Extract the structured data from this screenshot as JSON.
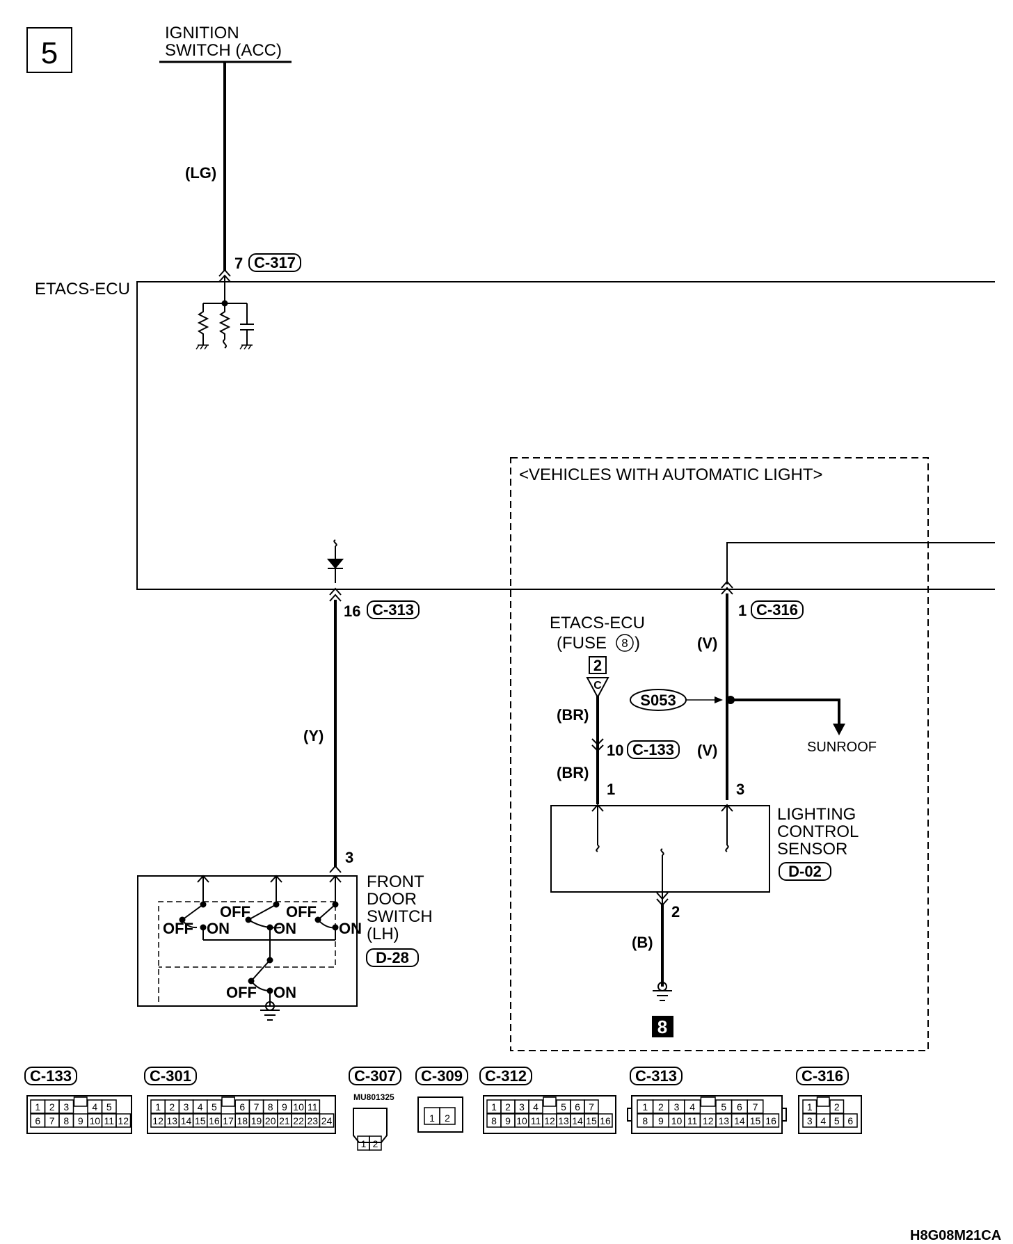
{
  "page_number": "5",
  "ignition_switch": {
    "line1": "IGNITION",
    "line2": "SWITCH (ACC)"
  },
  "etacs_ecu": "ETACS-ECU",
  "wires": {
    "lg": "(LG)",
    "y": "(Y)",
    "v": "(V)",
    "br": "(BR)",
    "b": "(B)"
  },
  "pins": {
    "c317_pin": "7",
    "c313_pin": "16",
    "c316_pin": "1",
    "c133_pin": "10",
    "door_pin": "3",
    "sensor_pin1": "1",
    "sensor_pin3": "3",
    "sensor_pin2": "2"
  },
  "connector_refs": {
    "c317": "C-317",
    "c313": "C-313",
    "c316": "C-316",
    "c133": "C-133",
    "d02": "D-02",
    "d28": "D-28"
  },
  "auto_light_box": "<VEHICLES WITH AUTOMATIC LIGHT>",
  "fuse_source": {
    "line1": "ETACS-ECU",
    "line2": "(FUSE",
    "fuse_no": "8",
    "close": ")",
    "box_no": "2",
    "c_mark": "C"
  },
  "splice": "S053",
  "sunroof": "SUNROOF",
  "lighting_sensor": {
    "line1": "LIGHTING",
    "line2": "CONTROL",
    "line3": "SENSOR"
  },
  "front_door_switch": {
    "line1": "FRONT",
    "line2": "DOOR",
    "line3": "SWITCH",
    "line4": "(LH)"
  },
  "switch_states": {
    "off": "OFF",
    "on": "ON"
  },
  "ground_ref": "8",
  "connector_views": {
    "labels": [
      "C-133",
      "C-301",
      "C-307",
      "C-309",
      "C-312",
      "C-313",
      "C-316"
    ],
    "c307_part_no": "MU801325",
    "c133": {
      "row1": [
        "1",
        "2",
        "3",
        "",
        "4",
        "5"
      ],
      "row2": [
        "6",
        "7",
        "8",
        "9",
        "10",
        "11",
        "12"
      ]
    },
    "c301": {
      "row1": [
        "1",
        "2",
        "3",
        "4",
        "5",
        "",
        "6",
        "7",
        "8",
        "9",
        "10",
        "11"
      ],
      "row2": [
        "12",
        "13",
        "14",
        "15",
        "16",
        "17",
        "18",
        "19",
        "20",
        "21",
        "22",
        "23",
        "24"
      ]
    },
    "c307": {
      "row2": [
        "1",
        "2"
      ]
    },
    "c309": {
      "row1": [
        "1",
        "2"
      ]
    },
    "c312": {
      "row1": [
        "1",
        "2",
        "3",
        "4",
        "",
        "5",
        "6",
        "7"
      ],
      "row2": [
        "8",
        "9",
        "10",
        "11",
        "12",
        "13",
        "14",
        "15",
        "16"
      ]
    },
    "c313": {
      "row1": [
        "1",
        "2",
        "3",
        "4",
        "",
        "5",
        "6",
        "7"
      ],
      "row2": [
        "8",
        "9",
        "10",
        "11",
        "12",
        "13",
        "14",
        "15",
        "16"
      ]
    },
    "c316": {
      "row1": [
        "1",
        "",
        "2"
      ],
      "row2": [
        "3",
        "4",
        "5",
        "6"
      ]
    }
  },
  "drawing_code": "H8G08M21CA"
}
